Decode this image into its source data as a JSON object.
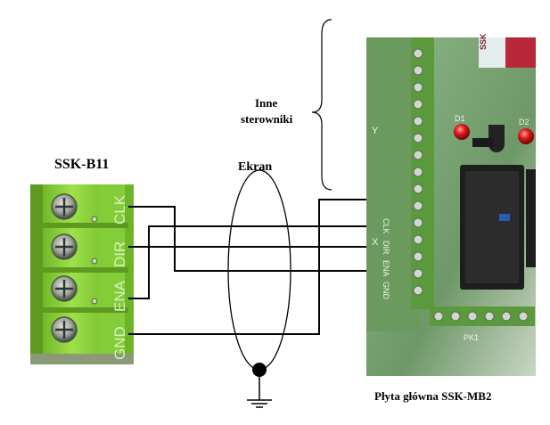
{
  "driver": {
    "title": "SSK-B11",
    "terminals": [
      "CLK",
      "DIR",
      "ENA",
      "GND"
    ]
  },
  "shield": {
    "label": "Ekran"
  },
  "others_brace": {
    "line1": "Inne",
    "line2": "sterowniki"
  },
  "mainboard": {
    "caption": "Płyta główna SSK-MB2",
    "silkscreen": [
      "Y",
      "X",
      "CLK",
      "DIR",
      "ENA",
      "GND",
      "D1",
      "D2",
      "PK1",
      "SSK"
    ]
  },
  "colors": {
    "terminal_block": "#8fd43a",
    "terminal_dark": "#5e9a1f",
    "pcb": "#7fa37a",
    "relay": "#1e1e1e",
    "led": "#d81a1a",
    "wire": "#000000"
  },
  "icons": [
    "ground-icon",
    "screw-icon",
    "relay-icon",
    "led-icon"
  ]
}
